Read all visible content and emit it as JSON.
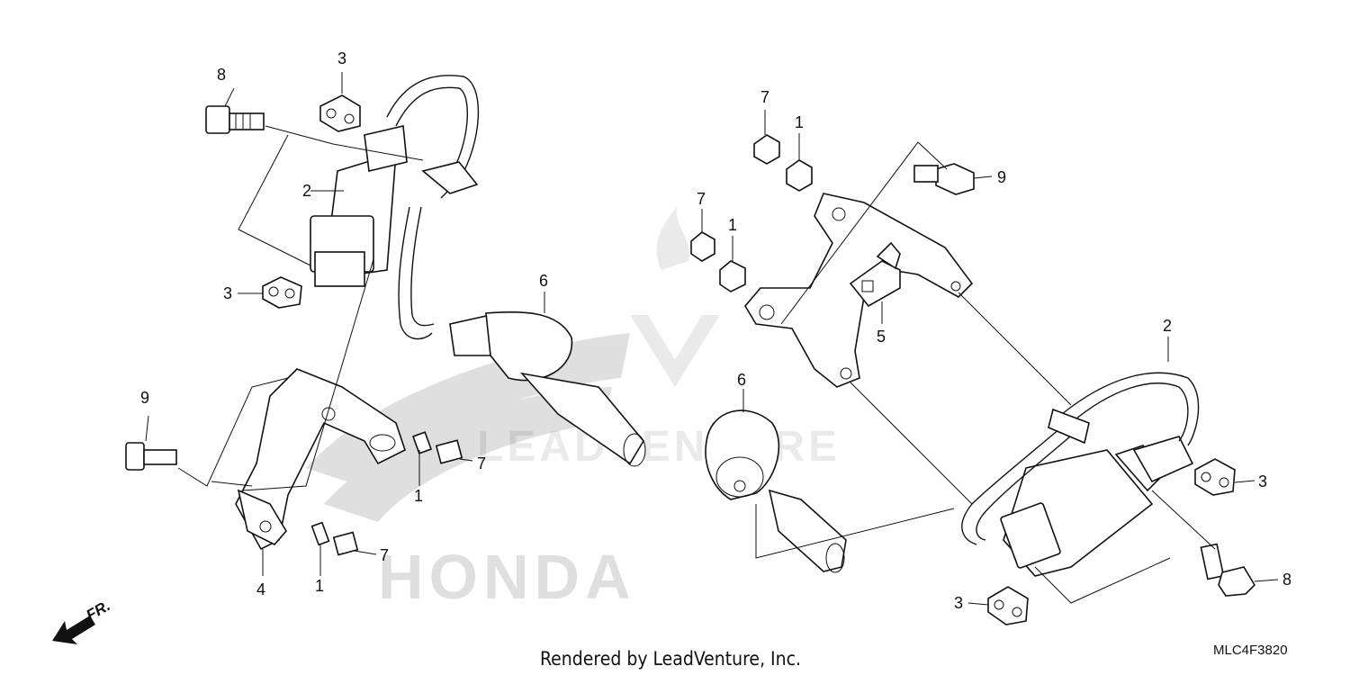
{
  "callouts": {
    "c8a": "8",
    "c3a": "3",
    "c2a": "2",
    "c3b": "3",
    "c6a": "6",
    "c9a": "9",
    "c1a": "1",
    "c7a": "7",
    "c1b": "1",
    "c7b": "7",
    "c4": "4",
    "c7c": "7",
    "c1c": "1",
    "c9b": "9",
    "c7d": "7",
    "c1d": "1",
    "c5": "5",
    "c6b": "6",
    "c2b": "2",
    "c3c": "3",
    "c8b": "8",
    "c3d": "3"
  },
  "footer": {
    "credit": "Rendered by LeadVenture, Inc.",
    "diagram_code": "MLC4F3820"
  },
  "direction_label": "FR.",
  "watermark": {
    "brand": "HONDA",
    "company": "LEADVENTURE"
  },
  "colors": {
    "ink": "#111111",
    "watermark": "#000000"
  }
}
